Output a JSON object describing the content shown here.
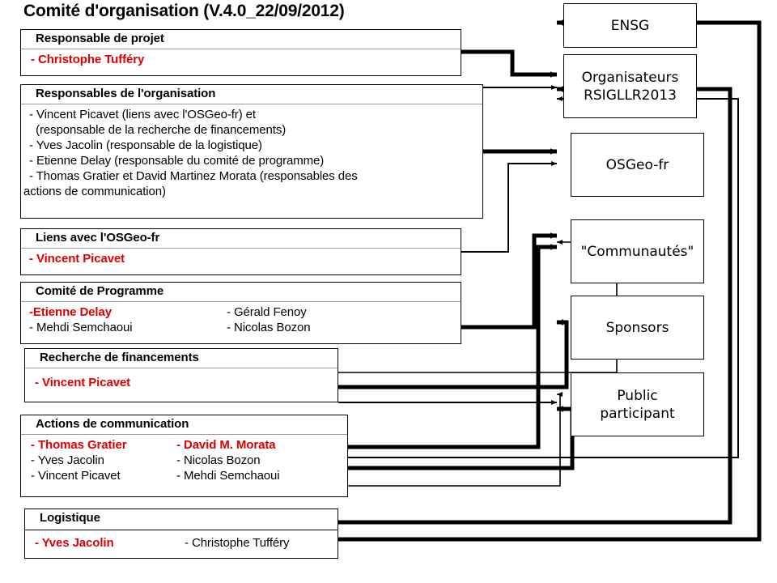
{
  "title": "Comité d'organisation (V.4.0_22/09/2012)",
  "colors": {
    "accent_red": "#dd0000",
    "text_black": "#000000",
    "box_border": "#000000",
    "header_rule": "#9a9a9a",
    "background": "#ffffff"
  },
  "left_boxes": [
    {
      "header": "Responsable de projet",
      "columns": [
        {
          "lines": [
            {
              "text": "- Christophe Tufféry",
              "style": "red"
            }
          ]
        }
      ]
    },
    {
      "header": "Responsables de l'organisation",
      "columns": [
        {
          "lines": [
            {
              "text": "- Vincent Picavet (liens avec l'OSGeo-fr) et",
              "style": "black"
            },
            {
              "text": "  (responsable de la recherche de financements)",
              "style": "black"
            },
            {
              "text": "- Yves Jacolin (responsable de la logistique)",
              "style": "black"
            },
            {
              "text": "- Etienne Delay (responsable du comité de programme)",
              "style": "black"
            },
            {
              "text": "- Thomas Gratier et David Martinez Morata (responsables des",
              "style": "black"
            },
            {
              "text": "actions de communication)",
              "style": "black"
            }
          ]
        }
      ]
    },
    {
      "header": "Liens avec l'OSGeo-fr",
      "columns": [
        {
          "lines": [
            {
              "text": "- Vincent Picavet",
              "style": "red"
            }
          ]
        }
      ]
    },
    {
      "header": "Comité de Programme",
      "columns": [
        {
          "lines": [
            {
              "text": "-Etienne Delay",
              "style": "red"
            },
            {
              "text": "- Mehdi Semchaoui",
              "style": "black"
            }
          ]
        },
        {
          "lines": [
            {
              "text": "- Gérald Fenoy",
              "style": "black"
            },
            {
              "text": "- Nicolas Bozon",
              "style": "black"
            }
          ]
        }
      ]
    },
    {
      "header": "Recherche de financements",
      "columns": [
        {
          "lines": [
            {
              "text": "- Vincent Picavet",
              "style": "red"
            }
          ]
        }
      ]
    },
    {
      "header": "Actions de communication",
      "columns": [
        {
          "lines": [
            {
              "text": "- Thomas Gratier",
              "style": "red"
            },
            {
              "text": "- Yves Jacolin",
              "style": "black"
            },
            {
              "text": "- Vincent Picavet",
              "style": "black"
            }
          ]
        },
        {
          "lines": [
            {
              "text": "- David M. Morata",
              "style": "red"
            },
            {
              "text": "- Nicolas Bozon",
              "style": "black"
            },
            {
              "text": "- Mehdi Semchaoui",
              "style": "black"
            }
          ]
        }
      ]
    },
    {
      "header": "Logistique",
      "columns": [
        {
          "lines": [
            {
              "text": "- Yves Jacolin",
              "style": "red"
            }
          ]
        },
        {
          "lines": [
            {
              "text": "- Christophe Tufféry",
              "style": "black"
            }
          ]
        }
      ]
    }
  ],
  "right_boxes": [
    {
      "label": "ENSG"
    },
    {
      "label": "Organisateurs\nRSIGLLR2013"
    },
    {
      "label": "OSGeo-fr"
    },
    {
      "label": "\"Communautés\""
    },
    {
      "label": "Sponsors"
    },
    {
      "label": "Public\nparticipant"
    }
  ]
}
